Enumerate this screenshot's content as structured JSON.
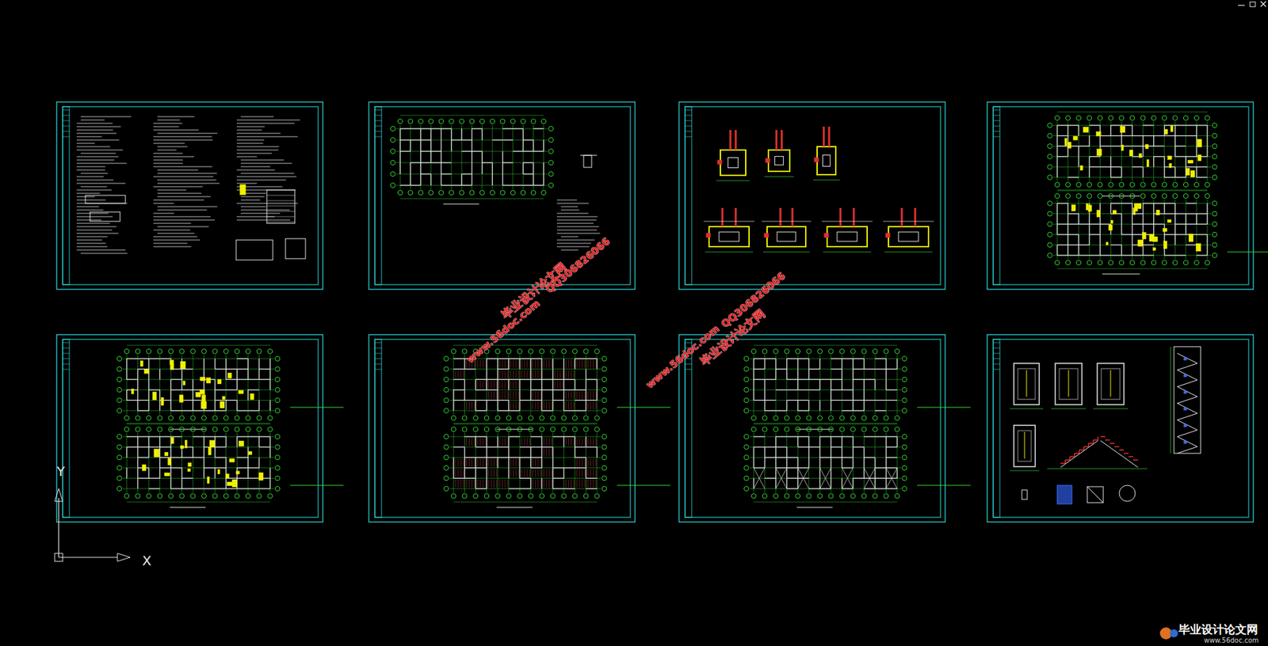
{
  "diagram": {
    "labels": [
      "毕业设计论文网",
      "www.56doc.com",
      "QQ306826066",
      "毕业设计论文网",
      "www.56doc.com",
      "QQ306826066",
      "Y",
      "X",
      "毕业设计论文网",
      "www.56doc.com"
    ]
  }
}
